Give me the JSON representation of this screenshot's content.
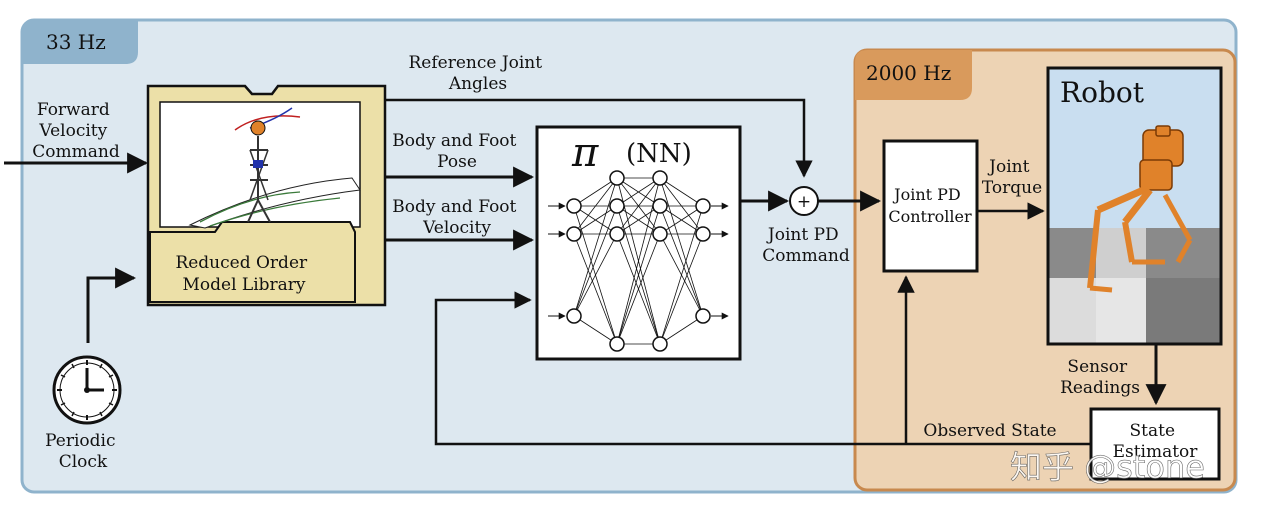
{
  "regions": {
    "outer_rate": "33 Hz",
    "inner_rate": "2000 Hz"
  },
  "inputs": {
    "forward_velocity": [
      "Forward",
      "Velocity",
      "Command"
    ],
    "periodic_clock": [
      "Periodic",
      "Clock"
    ]
  },
  "library": {
    "label": [
      "Reduced Order",
      "Model Library"
    ]
  },
  "signals": {
    "reference_joint_angles": [
      "Reference Joint",
      "Angles"
    ],
    "body_foot_pose": [
      "Body and Foot",
      "Pose"
    ],
    "body_foot_velocity": [
      "Body and Foot",
      "Velocity"
    ],
    "joint_pd_command": [
      "Joint PD",
      "Command"
    ],
    "joint_torque": [
      "Joint",
      "Torque"
    ],
    "sensor_readings": [
      "Sensor",
      "Readings"
    ],
    "observed_state": "Observed State"
  },
  "policy": {
    "symbol": "π",
    "label": "(NN)"
  },
  "summing_junction": "+",
  "controller": {
    "label": [
      "Joint PD",
      "Controller"
    ]
  },
  "robot": {
    "title": "Robot"
  },
  "estimator": {
    "label": [
      "State",
      "Estimator"
    ]
  },
  "watermark": "知乎 @stone",
  "colors": {
    "outer_bg": "#dde8f0",
    "outer_border": "#8fb3cc",
    "outer_tag": "#8fb3cc",
    "inner_bg": "#edd3b4",
    "inner_border": "#c8894e",
    "inner_tag": "#d99a5c",
    "library_bg": "#ece0a8",
    "robot_sky": "#c9def0",
    "robot_orange": "#e0822a"
  }
}
